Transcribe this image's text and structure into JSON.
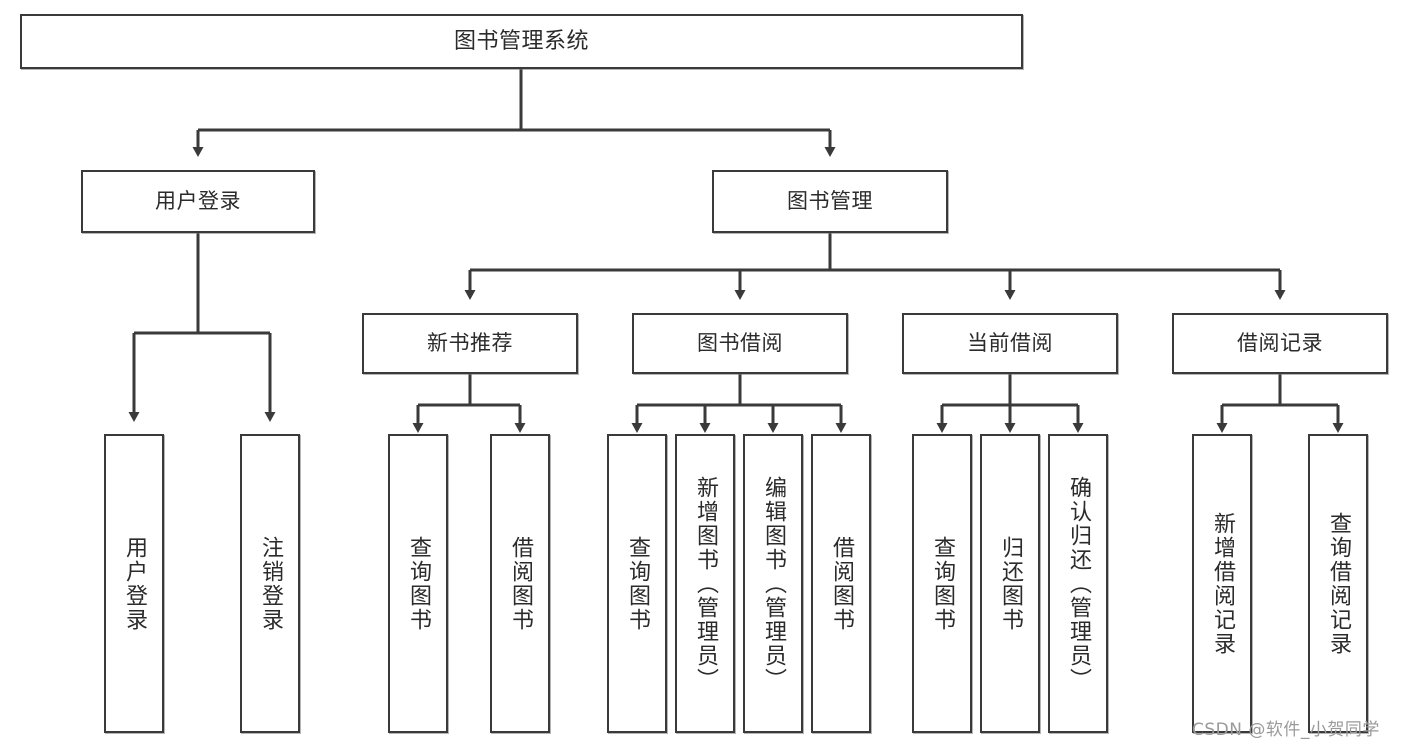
{
  "diagram": {
    "title": "图书管理系统",
    "type": "tree",
    "stroke_color": "#3a3a3a",
    "text_color": "#2b2b2b",
    "background": "#ffffff"
  },
  "nodes": {
    "root": {
      "label": "图书管理系统"
    },
    "level2": [
      {
        "id": "user-login",
        "label": "用户登录"
      },
      {
        "id": "book-manage",
        "label": "图书管理"
      }
    ],
    "level3": [
      {
        "id": "new-book-recommend",
        "label": "新书推荐"
      },
      {
        "id": "book-borrow",
        "label": "图书借阅"
      },
      {
        "id": "current-borrow",
        "label": "当前借阅"
      },
      {
        "id": "borrow-record",
        "label": "借阅记录"
      }
    ],
    "leaves": {
      "user_login": [
        {
          "id": "leaf-user-login",
          "label": "用户登录"
        },
        {
          "id": "leaf-logout-login",
          "label": "注销登录"
        }
      ],
      "new_book_recommend": [
        {
          "id": "leaf-query-book-1",
          "label": "查询图书"
        },
        {
          "id": "leaf-borrow-book-1",
          "label": "借阅图书"
        }
      ],
      "book_borrow": [
        {
          "id": "leaf-query-book-2",
          "label": "查询图书"
        },
        {
          "id": "leaf-add-book",
          "label": "新增图书（管理员）"
        },
        {
          "id": "leaf-edit-book",
          "label": "编辑图书（管理员）"
        },
        {
          "id": "leaf-borrow-book-2",
          "label": "借阅图书"
        }
      ],
      "current_borrow": [
        {
          "id": "leaf-query-book-3",
          "label": "查询图书"
        },
        {
          "id": "leaf-return-book",
          "label": "归还图书"
        },
        {
          "id": "leaf-confirm-return",
          "label": "确认归还（管理员）"
        }
      ],
      "borrow_record": [
        {
          "id": "leaf-add-record",
          "label": "新增借阅记录"
        },
        {
          "id": "leaf-query-record",
          "label": "查询借阅记录"
        }
      ]
    }
  },
  "watermark": {
    "text": "CSDN @软件_小贺同学"
  }
}
